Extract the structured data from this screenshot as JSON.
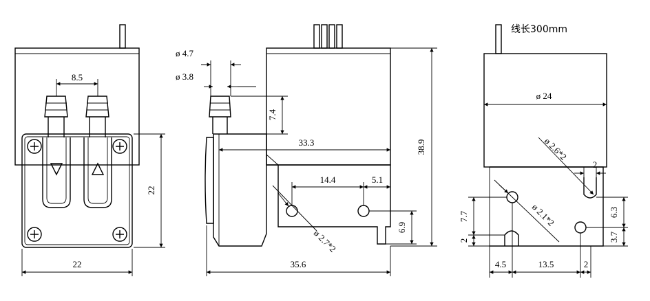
{
  "front_view": {
    "dim_nozzle_spacing": "8.5",
    "dim_width": "22",
    "dim_height": "22"
  },
  "side_view": {
    "dim_outer_dia": "ø 4.7",
    "dim_inner_dia": "ø 3.8",
    "dim_nozzle_len": "7.4",
    "dim_33_3": "33.3",
    "dim_14_4": "14.4",
    "dim_5_1": "5.1",
    "dim_6_9": "6.9",
    "dim_hole": "ø 2.7*2",
    "dim_total_len": "35.6",
    "dim_total_height": "38.9"
  },
  "right_view": {
    "wire_label": "线长300mm",
    "dim_motor_dia": "ø 24",
    "dim_hole_a": "ø 2.6*2",
    "dim_hole_b": "ø 2.1*2",
    "dim_2_top": "2",
    "dim_6_3": "6.3",
    "dim_3_7": "3.7",
    "dim_7_7": "7.7",
    "dim_2_left": "2",
    "dim_4_5": "4.5",
    "dim_13_5": "13.5",
    "dim_2_bottom": "2"
  }
}
